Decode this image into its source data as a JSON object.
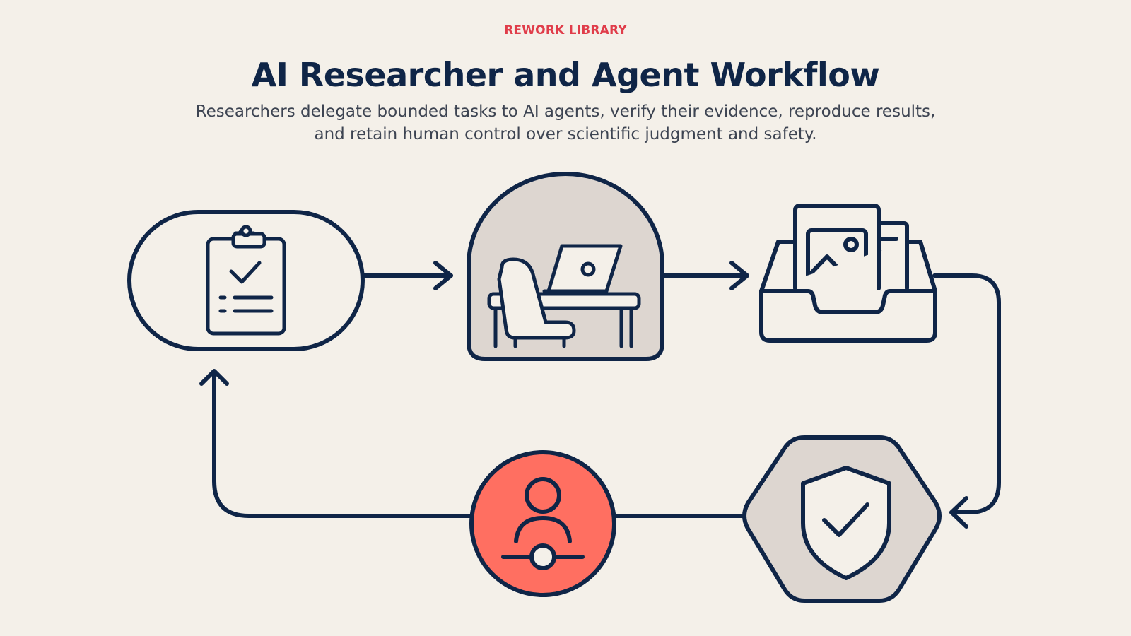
{
  "header": {
    "eyebrow": "REWORK LIBRARY",
    "title": "AI Researcher and Agent Workflow",
    "subtitle": "Researchers delegate bounded tasks to AI agents, verify their evidence, reproduce results, and retain human control over scientific judgment and safety."
  },
  "diagram": {
    "nodes": [
      {
        "id": "task-spec",
        "icon": "clipboard-check-icon",
        "shape": "stadium"
      },
      {
        "id": "agent-workspace",
        "icon": "desk-laptop-icon",
        "shape": "arch"
      },
      {
        "id": "evidence-inbox",
        "icon": "document-tray-icon",
        "shape": "tray"
      },
      {
        "id": "verification",
        "icon": "shield-check-icon",
        "shape": "hexagon"
      },
      {
        "id": "human-control",
        "icon": "person-control-icon",
        "shape": "circle"
      }
    ],
    "colors": {
      "stroke": "#0f2547",
      "accent": "#ff6f61",
      "node_fill": "#ddd6d0",
      "background": "#f4f0e9",
      "eyebrow": "#e03d4a"
    }
  }
}
